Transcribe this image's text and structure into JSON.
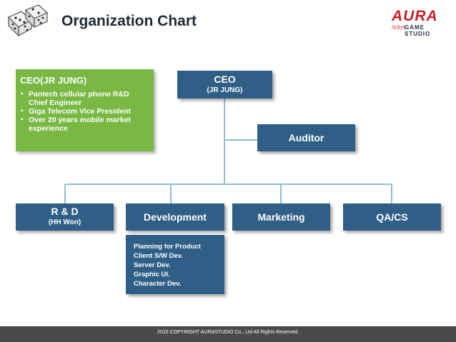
{
  "header": {
    "title": "Organization Chart"
  },
  "logo": {
    "brand": "AURA",
    "mark": "아우라",
    "subtitle": "GAME STUDIO"
  },
  "ceo": {
    "title": "CEO",
    "name": "(JR JUNG)"
  },
  "auditor": {
    "label": "Auditor"
  },
  "profile": {
    "heading": "CEO(JR JUNG)",
    "items": [
      "Pantech cellular phone R&D Chief Engineer",
      "Giga Telecom Vice President",
      "Over 20 years mobile market experience"
    ]
  },
  "departments": [
    {
      "title": "R & D",
      "sub": "(HH Won)"
    },
    {
      "title": "Development"
    },
    {
      "title": "Marketing"
    },
    {
      "title": "QA/CS"
    }
  ],
  "development_tasks": [
    "Planning for Product",
    "Client S/W Dev.",
    "Server Dev.",
    "Graphic UI.",
    "Character Dev."
  ],
  "footer": {
    "copyright": "2015 COPYRIGHT AURASTUDIO Co., Ltd All Rights Reserved."
  },
  "colors": {
    "box": "#2f5f86",
    "profile": "#78b843",
    "line": "#8fbcd8",
    "logo": "#c8202a"
  }
}
